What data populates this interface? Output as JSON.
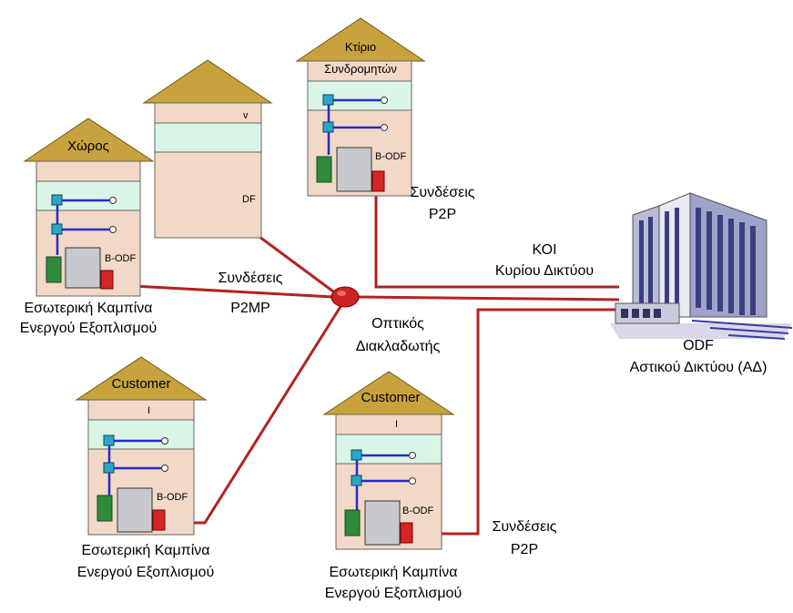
{
  "colors": {
    "background": "#ffffff",
    "roof": "#c8a23c",
    "wall": "#f2d8c6",
    "band": "#d9f5e6",
    "fiber": "#b22222",
    "port": "#2aa6c8",
    "wire": "#2a2ac8",
    "cabinet": "#c7c9ce",
    "green_box": "#2e8b3c",
    "red_box": "#d42626",
    "splitter": "#cc2222"
  },
  "buildings": {
    "choros": {
      "roof_label": "Χώρος",
      "odf_label": "B-ODF",
      "caption_line1": "Εσωτερική Καμπίνα",
      "caption_line2": "Ενεργού Εξοπλισμού"
    },
    "blank": {
      "mark_top": "v",
      "mark_df": "DF"
    },
    "ktirio": {
      "roof_line1": "Κτίριο",
      "roof_line2": "Συνδρομητών",
      "odf_label": "B-ODF"
    },
    "customer_left": {
      "roof_label": "Customer",
      "mark": "I",
      "odf_label": "B-ODF",
      "caption_line1": "Εσωτερική Καμπίνα",
      "caption_line2": "Ενεργού Εξοπλισμού"
    },
    "customer_mid": {
      "roof_label": "Customer",
      "mark": "I",
      "odf_label": "B-ODF",
      "caption_line1": "Εσωτερική Καμπίνα",
      "caption_line2": "Ενεργού Εξοπλισμού"
    }
  },
  "labels": {
    "p2p_top_1": "Συνδέσεις",
    "p2p_top_2": "P2P",
    "koi_1": "ΚΟΙ",
    "koi_2": "Κυρίου Δικτύου",
    "p2mp_1": "Συνδέσεις",
    "p2mp_2": "P2MP",
    "splitter_1": "Οπτικός",
    "splitter_2": "Διακλαδωτής",
    "odf_1": "ODF",
    "odf_2": "Αστικού Δικτύου (ΑΔ)",
    "p2p_bottom_1": "Συνδέσεις",
    "p2p_bottom_2": "P2P"
  }
}
